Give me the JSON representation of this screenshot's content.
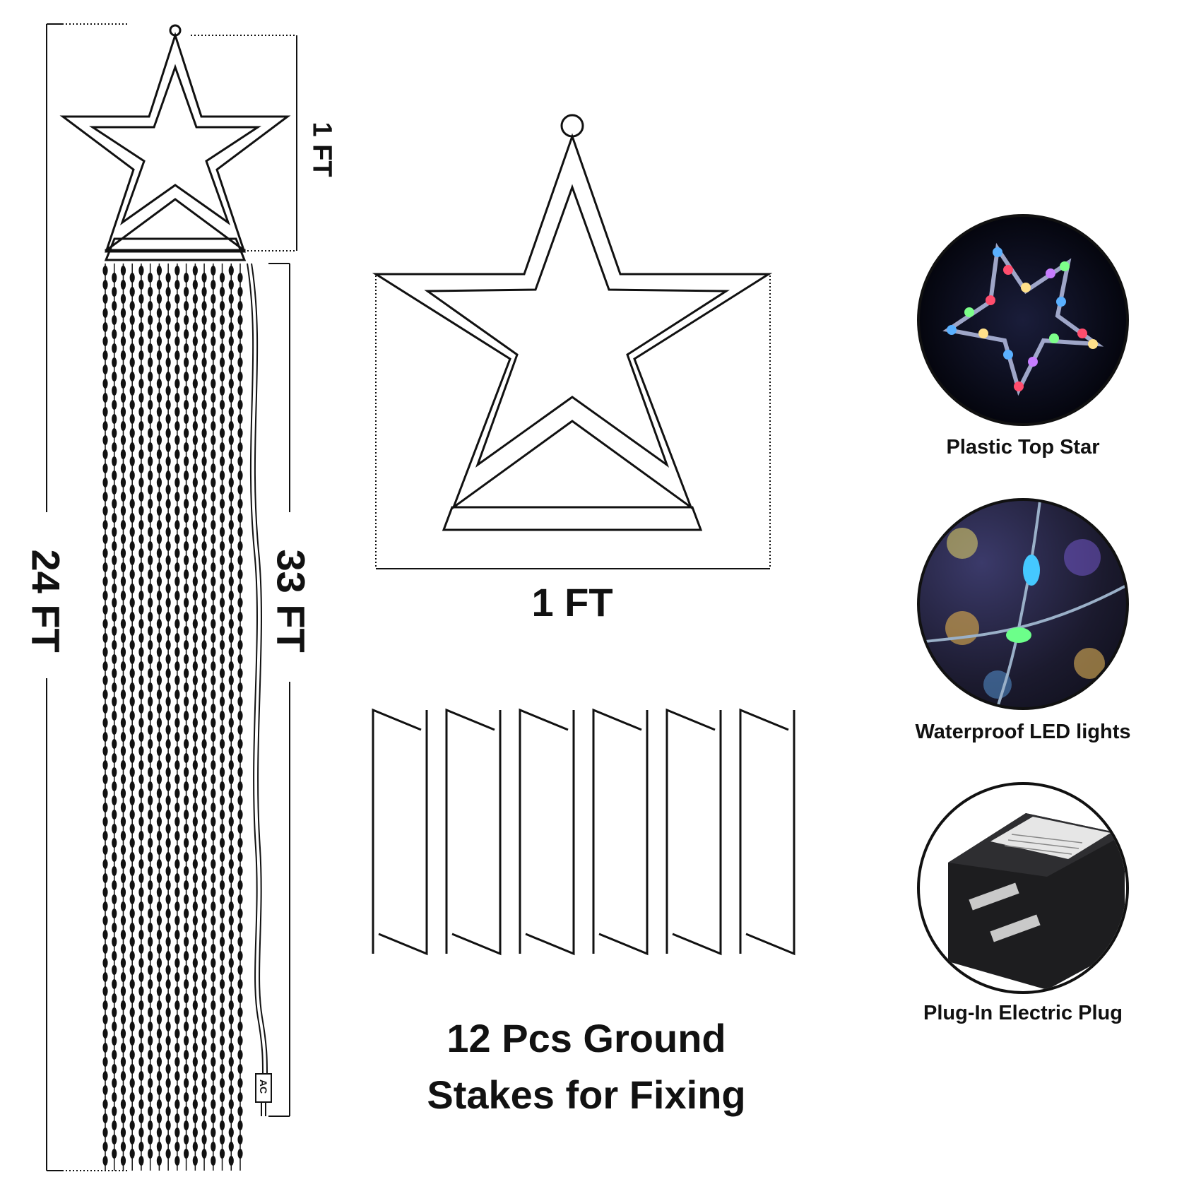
{
  "diagram": {
    "height_label": "24 FT",
    "length_label": "33 FT",
    "star_height_label": "1 FT",
    "star_width_label": "1 FT",
    "plug_label": "AC",
    "stakes_title_line1": "12 Pcs Ground",
    "stakes_title_line2": "Stakes for Fixing"
  },
  "features": [
    {
      "caption": "Plastic Top Star",
      "icon": "star-lights-photo"
    },
    {
      "caption": "Waterproof LED lights",
      "icon": "led-wire-photo"
    },
    {
      "caption": "Plug-In Electric Plug",
      "icon": "power-adapter-photo"
    }
  ]
}
